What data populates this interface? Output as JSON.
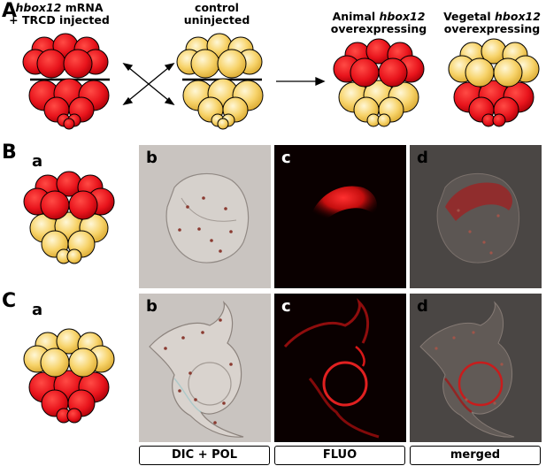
{
  "panels": {
    "A": "A",
    "B": "B",
    "C": "C"
  },
  "row_a_captions": {
    "injected_line1_gene": "hbox12",
    "injected_line1_rest": " mRNA",
    "injected_line2": "+ TRCD injected",
    "control_line1": "control",
    "control_line2": "uninjected",
    "animal_line1_prefix": "Animal ",
    "animal_line1_gene": "hbox12",
    "animal_line2": "overexpressing",
    "vegetal_line1_prefix": "Vegetal ",
    "vegetal_line1_gene": "hbox12",
    "vegetal_line2": "overexpressing"
  },
  "row_b": {
    "a": "a",
    "b": "b",
    "c": "c",
    "d": "d"
  },
  "row_c": {
    "a": "a",
    "b": "b",
    "c": "c",
    "d": "d"
  },
  "column_labels": [
    "DIC + POL",
    "FLUO",
    "merged"
  ],
  "colors": {
    "red_cell": "#e8141c",
    "yellow_cell": "#f7d36a",
    "outline": "#000000",
    "photo_dic_bg": "#c9c4c0",
    "photo_fluo_bg": "#0a0000",
    "photo_merged_bg": "#4a4644"
  }
}
